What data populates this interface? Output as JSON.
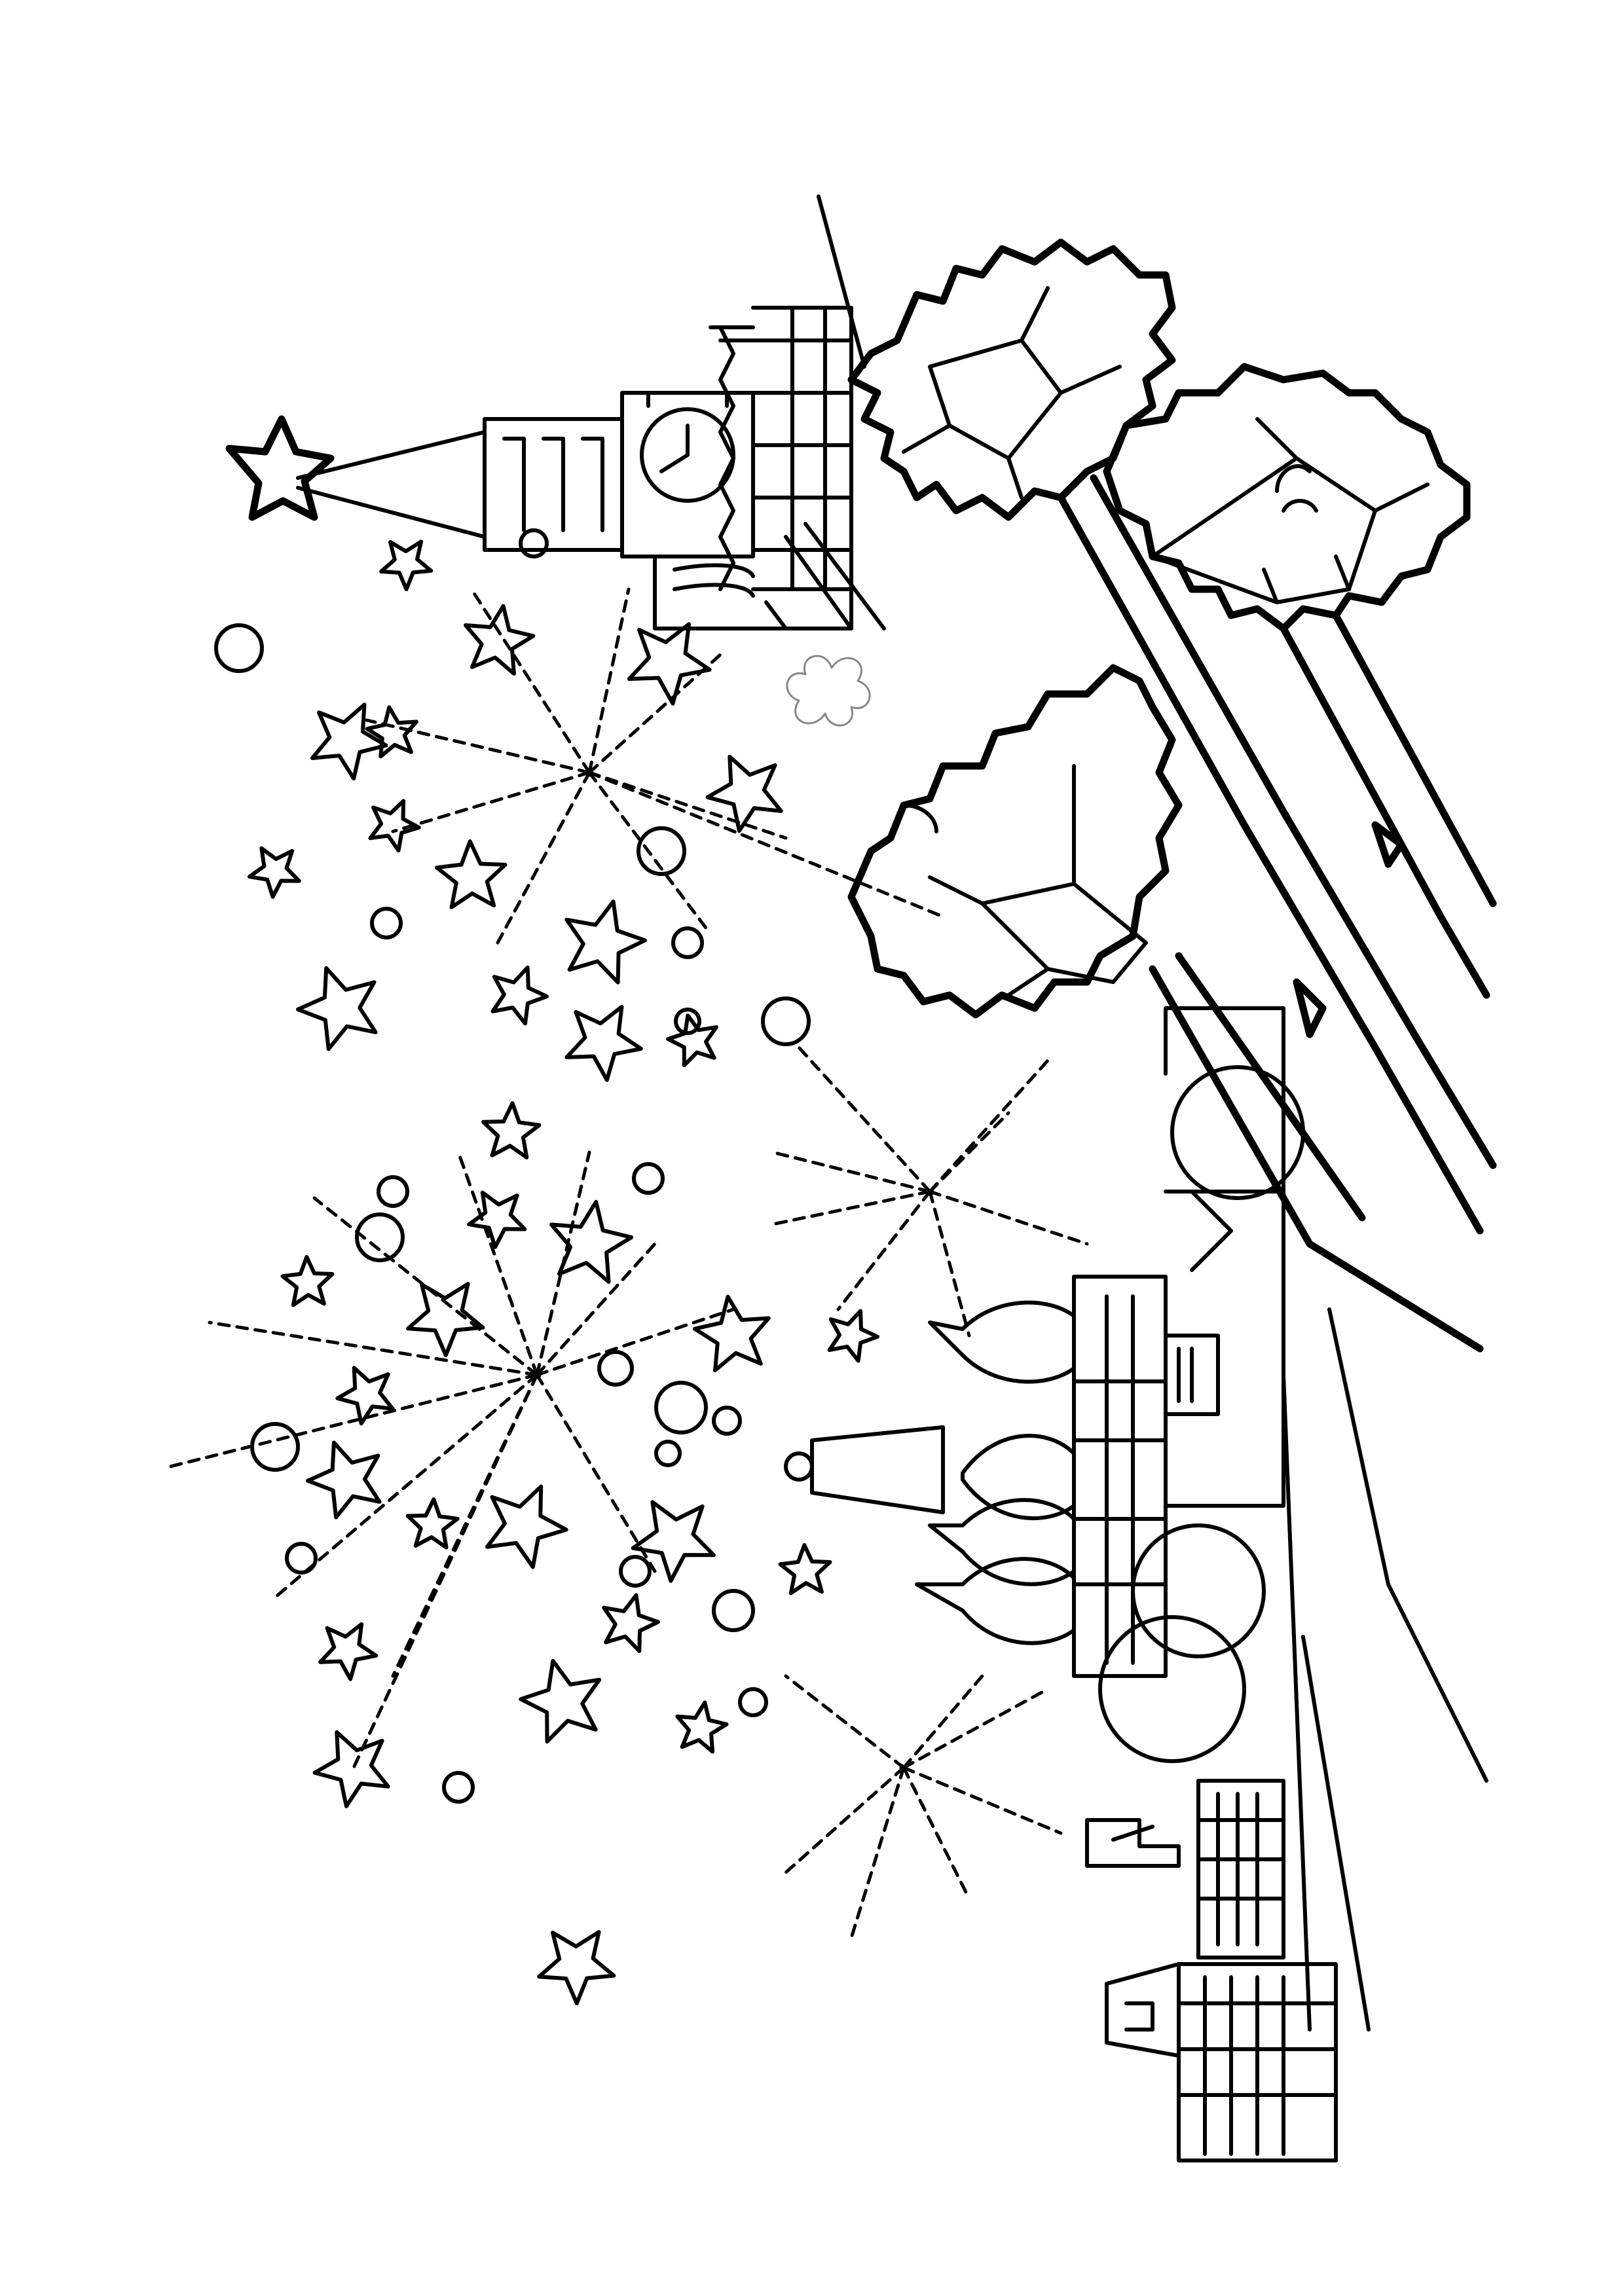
{
  "colors": {
    "background": "#ffffff",
    "ink": "#000000",
    "faint": "#888888"
  },
  "scene": {
    "orientation": "landscape-rotated-90",
    "elements": [
      "tower-star",
      "clock-tower",
      "carnation-flowers",
      "cathedral-domes",
      "fireworks",
      "stars",
      "circles",
      "building"
    ]
  }
}
